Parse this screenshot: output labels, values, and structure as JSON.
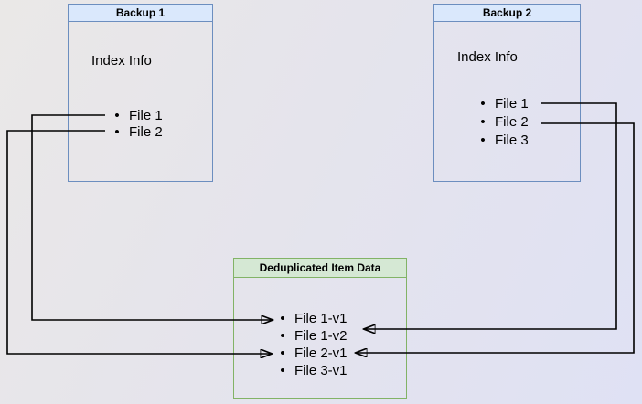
{
  "diagram": {
    "backup1": {
      "title": "Backup 1",
      "subtitle": "Index Info",
      "items": [
        "File 1",
        "File 2"
      ]
    },
    "backup2": {
      "title": "Backup 2",
      "subtitle": "Index Info",
      "items": [
        "File 1",
        "File 2",
        "File 3"
      ]
    },
    "dedup": {
      "title": "Deduplicated Item Data",
      "items": [
        "File 1-v1",
        "File 1-v2",
        "File 2-v1",
        "File 3-v1"
      ]
    },
    "connections": [
      {
        "from": "Backup 1 / File 1",
        "to": "File 1-v1",
        "route": "left-outer"
      },
      {
        "from": "Backup 1 / File 2",
        "to": "File 2-v1",
        "route": "left-outermost"
      },
      {
        "from": "Backup 2 / File 1",
        "to": "File 1-v2",
        "route": "right-inner"
      },
      {
        "from": "Backup 2 / File 2",
        "to": "File 2-v1",
        "route": "right-outer"
      }
    ],
    "colors": {
      "backup_header_fill": "#dae8fc",
      "backup_border": "#6c8ebf",
      "dedup_header_fill": "#d5e8d4",
      "dedup_border": "#82b366",
      "connector": "#000000",
      "background_top_left": "#eae8e7",
      "background_bottom_right": "#dfe1f4",
      "text": "#000000"
    }
  }
}
